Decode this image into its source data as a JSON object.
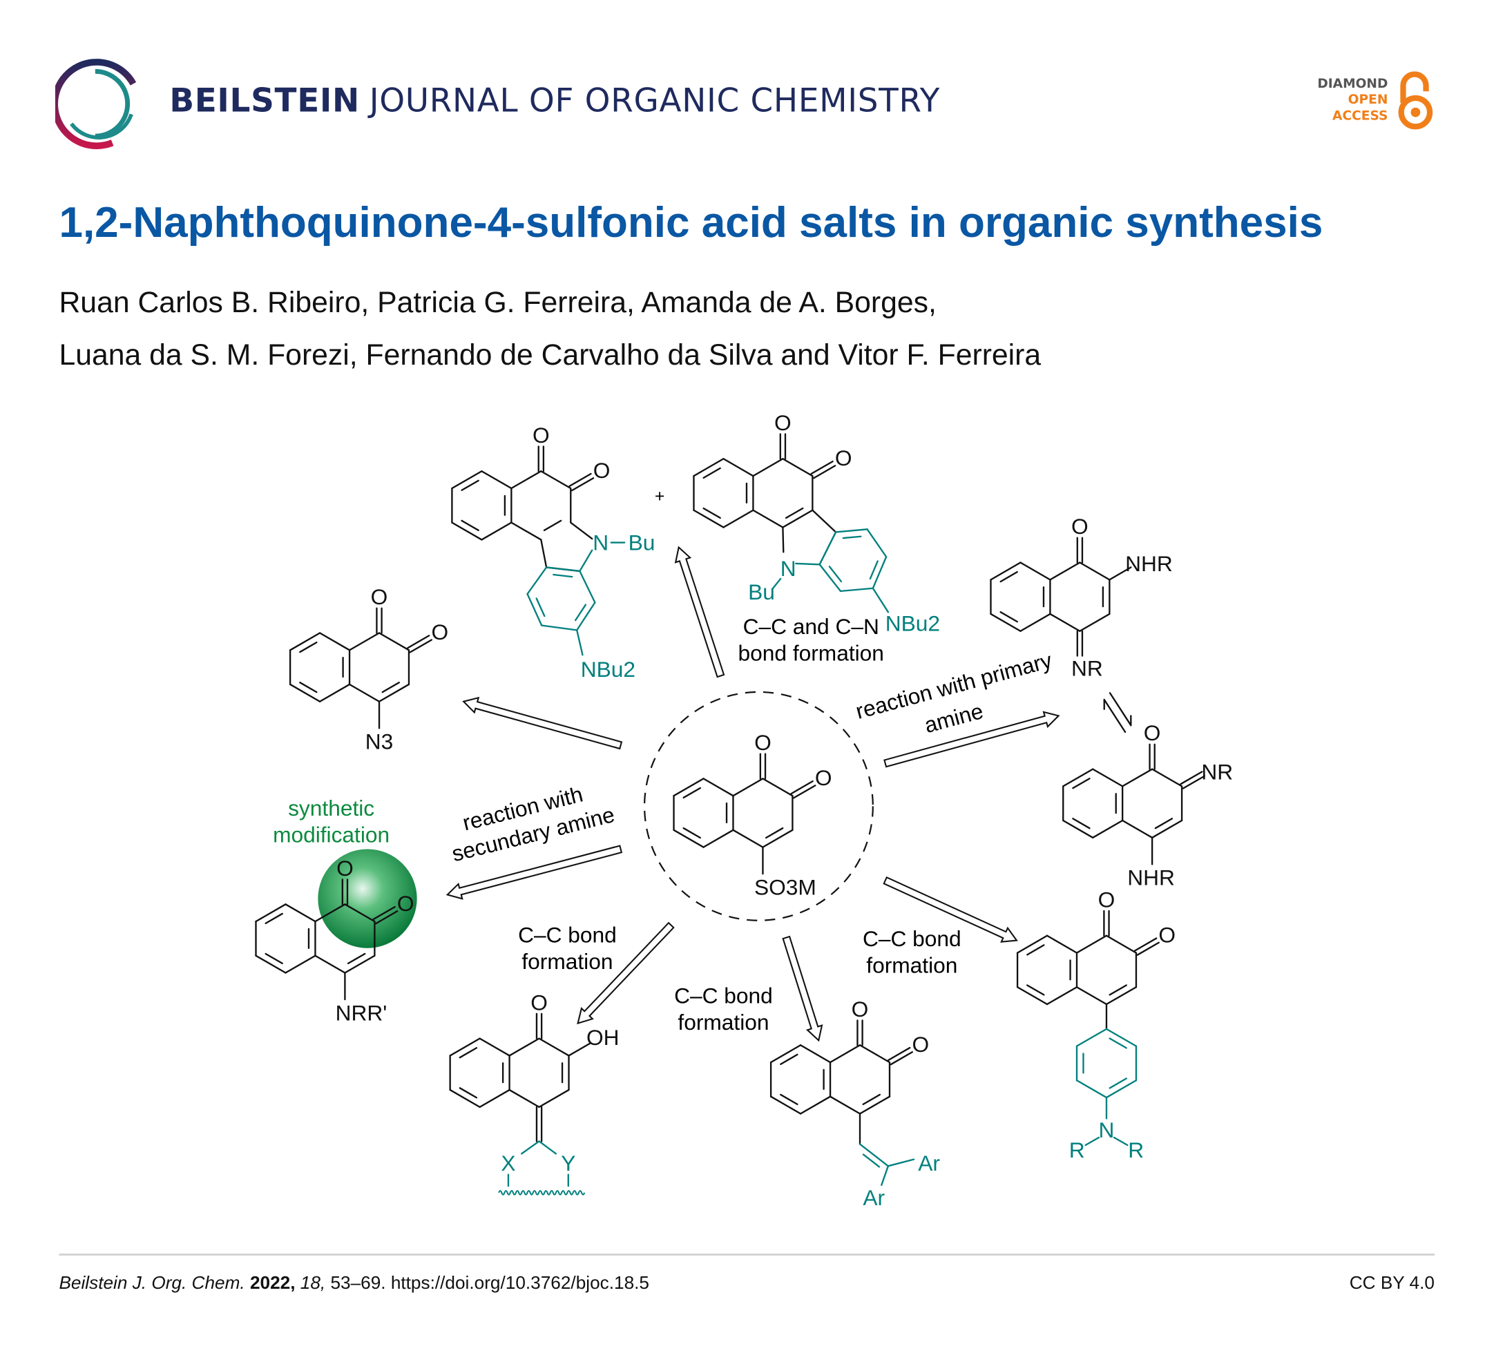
{
  "header": {
    "journal_bold": "BEILSTEIN",
    "journal_rest": "JOURNAL OF ORGANIC CHEMISTRY",
    "badge": {
      "line1": "DIAMOND",
      "line2": "OPEN",
      "line3": "ACCESS"
    }
  },
  "article": {
    "title": "1,2-Naphthoquinone-4-sulfonic acid salts in organic synthesis",
    "authors_line1": "Ruan Carlos B. Ribeiro, Patricia G. Ferreira, Amanda de A. Borges,",
    "authors_line2": "Luana da S. M. Forezi, Fernando de Carvalho da Silva and Vitor F. Ferreira"
  },
  "scheme": {
    "atoms": {
      "O": "O",
      "OH": "OH",
      "N3": "N3",
      "SO3M": "SO3M",
      "NRR": "NRR'",
      "NHR": "NHR",
      "NR": "NR",
      "N": "N",
      "R": "R",
      "Bu": "Bu",
      "NBu2": "NBu2",
      "Ar": "Ar",
      "X": "X",
      "Y": "Y",
      "plus": "+"
    },
    "labels": {
      "cc_cn_1": "C–C and C–N",
      "cc_cn_2": "bond formation",
      "primary_1": "reaction with primary",
      "primary_2": "amine",
      "secondary_1": "reaction with",
      "secondary_2": "secundary amine",
      "cc_a_1": "C–C bond",
      "cc_a_2": "formation",
      "cc_b_1": "C–C bond",
      "cc_b_2": "formation",
      "cc_c_1": "C–C bond",
      "cc_c_2": "formation",
      "synthetic_1": "synthetic",
      "synthetic_2": "modification"
    },
    "colors": {
      "bond": "#111111",
      "highlight": "#00807e",
      "modification": "#0c8a3e"
    }
  },
  "footer": {
    "journal_abbrev": "Beilstein J. Org. Chem.",
    "year": "2022,",
    "volume": "18,",
    "pages_doi": "53–69. https://doi.org/10.3762/bjoc.18.5",
    "license": "CC BY 4.0"
  }
}
